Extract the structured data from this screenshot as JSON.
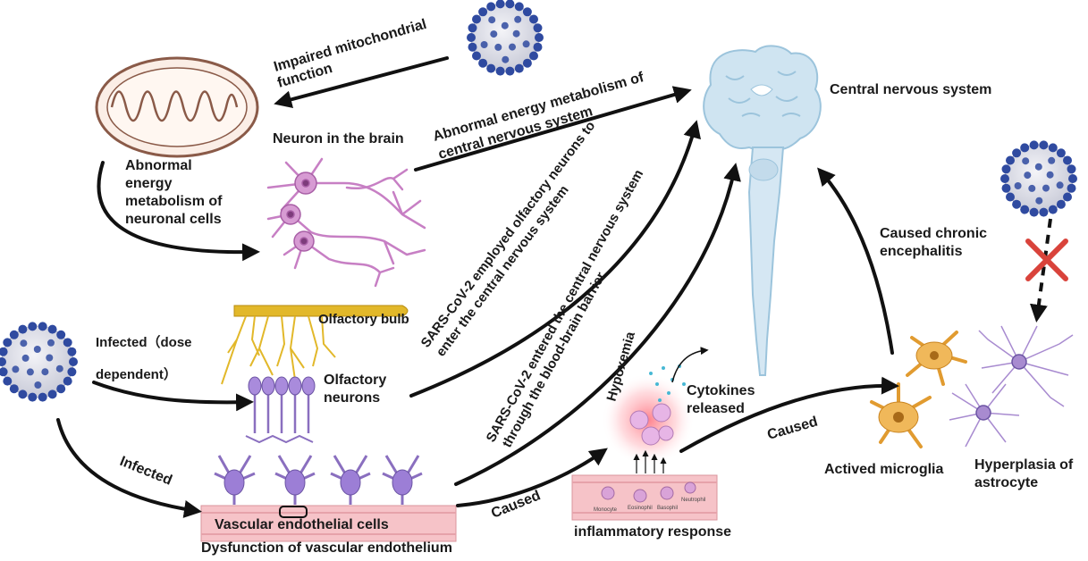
{
  "labels": {
    "impaired_mito_1": "Impaired mitochondrial",
    "impaired_mito_2": "function",
    "abnormal_cns_1": "Abnormal energy metabolism of",
    "abnormal_cns_2": "central nervous system",
    "central_nervous_system": "Central nervous system",
    "neuron_in_brain": "Neuron in the brain",
    "abnormal_neuronal_1": "Abnormal",
    "abnormal_neuronal_2": "energy",
    "abnormal_neuronal_3": "metabolism of",
    "abnormal_neuronal_4": "neuronal cells",
    "olfactory_path_1": "SARS-CoV-2 employed olfactory neurons to",
    "olfactory_path_2": "enter the central nervous system",
    "bbb_path_1": "SARS-CoV-2 entered the central nervous system",
    "bbb_path_2": "through the blood-brain barrier",
    "caused_chronic_1": "Caused chronic",
    "caused_chronic_2": "encephalitis",
    "olfactory_bulb": "Olfactory bulb",
    "olfactory_neurons_1": "Olfactory",
    "olfactory_neurons_2": "neurons",
    "infected_dose_1": "Infected（dose",
    "infected_dose_2": "dependent）",
    "infected": "Infected",
    "hypoxemia": "Hypoxemia",
    "cytokines_1": "Cytokines",
    "cytokines_2": "released",
    "caused_left": "Caused",
    "caused_right": "Caused",
    "vascular_endothelial_cells": "Vascular endothelial cells",
    "dysfunction": "Dysfunction of vascular endothelium",
    "inflammatory_response": "inflammatory response",
    "actived_microglia": "Actived microglia",
    "hyperplasia_1": "Hyperplasia of",
    "hyperplasia_2": "astrocyte",
    "monocyte": "Monocyte",
    "eosinophil": "Eosinophil",
    "basophil": "Basophil",
    "neutrophil": "Neutrophil"
  },
  "colors": {
    "arrow": "#111111",
    "brain": "#cfe4f1",
    "neuron": "#c77fc4",
    "olfactory_bulb": "#e2b82a",
    "olfactory_neuron": "#8a6fbf",
    "microglia": "#f0b85a",
    "astrocyte": "#a88bd0",
    "virus": "#2f4aa0",
    "cross": "#d9433b",
    "vessel": "#f6c3c8",
    "inflammation": "#ff6b78"
  }
}
